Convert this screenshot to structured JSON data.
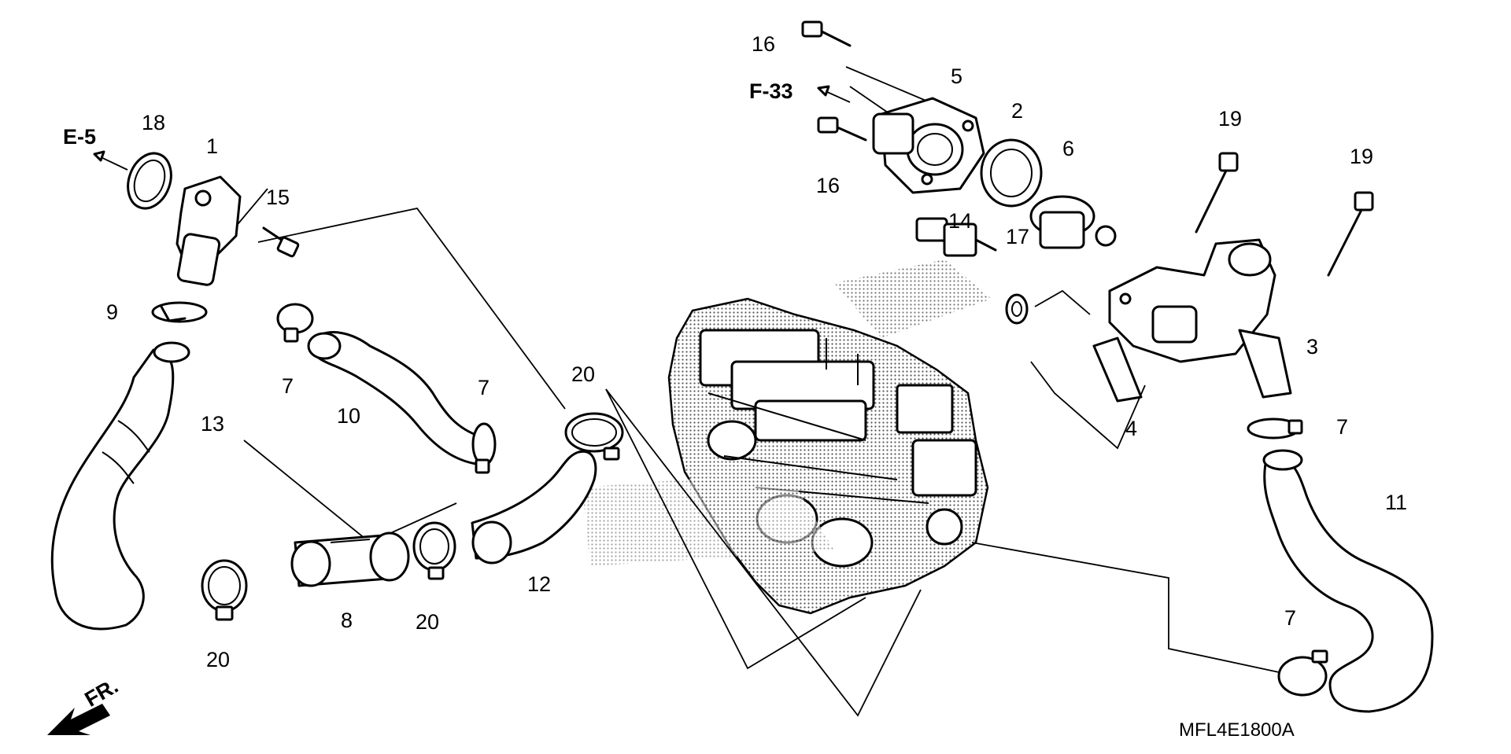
{
  "callouts": {
    "c1": "1",
    "c2": "2",
    "c3": "3",
    "c4": "4",
    "c5": "5",
    "c6": "6",
    "c7a": "7",
    "c7b": "7",
    "c7c": "7",
    "c7d": "7",
    "c8": "8",
    "c9": "9",
    "c10": "10",
    "c11": "11",
    "c12": "12",
    "c13": "13",
    "c14": "14",
    "c15": "15",
    "c16a": "16",
    "c16b": "16",
    "c17": "17",
    "c18": "18",
    "c19a": "19",
    "c19b": "19",
    "c20a": "20",
    "c20b": "20",
    "c20c": "20"
  },
  "references": {
    "e5": "E-5",
    "f33": "F-33",
    "front": "FR."
  },
  "diagram_code": "MFL4E1800A"
}
